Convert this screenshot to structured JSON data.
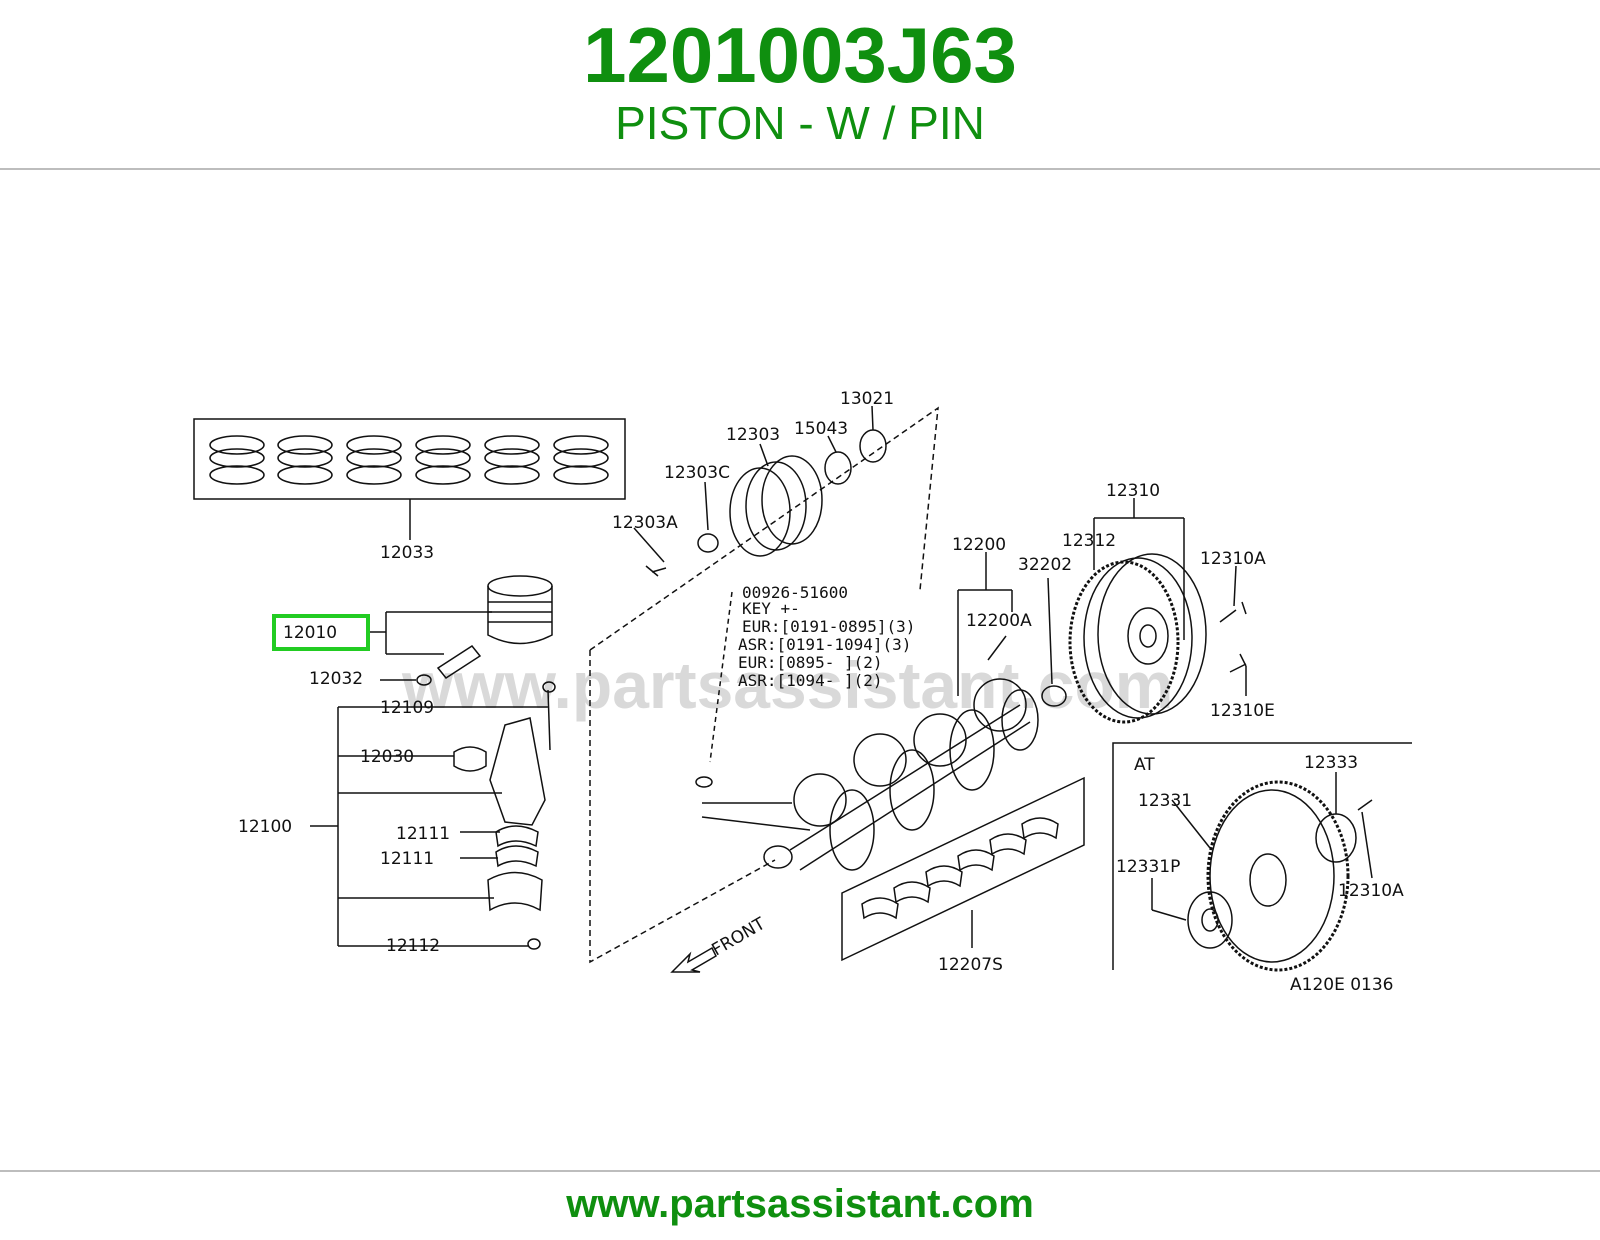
{
  "header": {
    "part_number": "1201003J63",
    "part_name": "PISTON - W / PIN"
  },
  "footer": {
    "site": "www.partsassistant.com"
  },
  "colors": {
    "brand_green": "#0f8f0f",
    "highlight_green": "#22cc22",
    "rule_gray": "#bdbdbd"
  },
  "diagram": {
    "watermark": "www.partsassistant.com",
    "labels": {
      "l12033": "12033",
      "l12010": "12010",
      "l12032": "12032",
      "l12109": "12109",
      "l12030": "12030",
      "l12100": "12100",
      "l12111a": "12111",
      "l12111b": "12111",
      "l12112": "12112",
      "l12303A": "12303A",
      "l12303C": "12303C",
      "l12303": "12303",
      "l15043": "15043",
      "l13021": "13021",
      "l12200": "12200",
      "l12200A": "12200A",
      "l32202": "32202",
      "l12310": "12310",
      "l12312": "12312",
      "l12310A": "12310A",
      "l12310E": "12310E",
      "l12207S": "12207S",
      "front": "FRONT",
      "at": "AT",
      "l12331": "12331",
      "l12333": "12333",
      "l12331P": "12331P",
      "l12310A2": "12310A",
      "figure_code": "A120E 0136"
    },
    "key_note": [
      "00926-51600",
      "KEY   +-",
      "EUR:[0191-0895](3)",
      "ASR:[0191-1094](3)",
      "EUR:[0895-     ](2)",
      "ASR:[1094-     ](2)"
    ]
  }
}
